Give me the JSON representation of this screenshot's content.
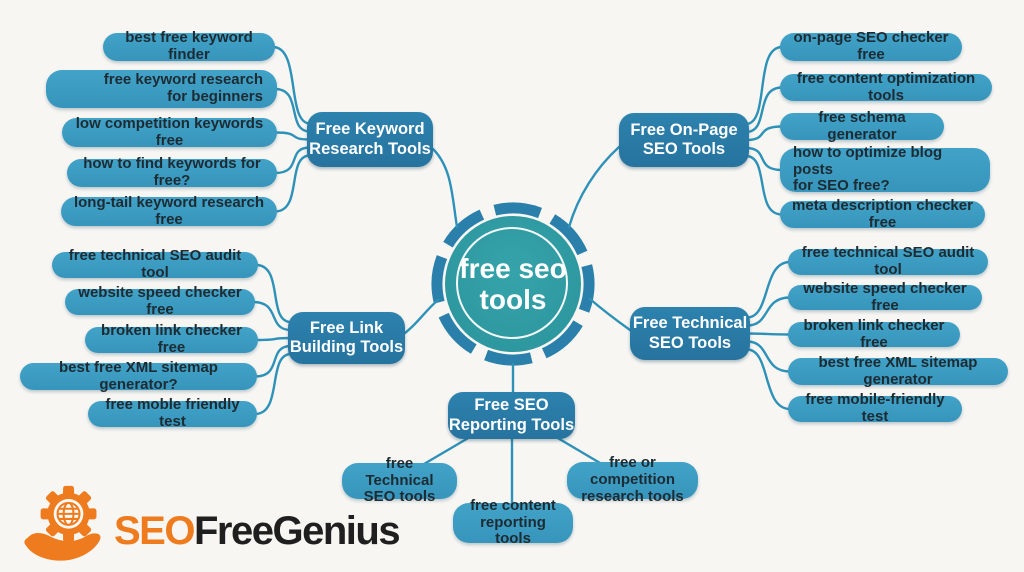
{
  "center": {
    "label": "free seo\ntools"
  },
  "branches": [
    {
      "label": "Free Keyword\nResearch Tools",
      "children": [
        "best free keyword finder",
        "free keyword research\nfor beginners",
        "low competition keywords free",
        "how to find keywords for free?",
        "long-tail keyword research free"
      ]
    },
    {
      "label": "Free On-Page\nSEO Tools",
      "children": [
        "on-page SEO checker free",
        "free content optimization tools",
        "free schema generator",
        "how to optimize blog posts\nfor SEO free?",
        "meta description checker free"
      ]
    },
    {
      "label": "Free Link\nBuilding Tools",
      "children": [
        "free technical SEO audit tool",
        "website speed checker free",
        "broken link checker free",
        "best free XML sitemap generator?",
        "free moble friendly test"
      ]
    },
    {
      "label": "Free Technical\nSEO Tools",
      "children": [
        "free technical SEO audit tool",
        "website speed checker free",
        "broken link checker free",
        "best free XML sitemap generator",
        "free mobile-friendly test"
      ]
    },
    {
      "label": "Free SEO\nReporting Tools",
      "children": [
        "free Technical\nSEO tools",
        "free content\nreporting tools",
        "free or competition\nresearch tools"
      ]
    }
  ],
  "logo": {
    "brand_prefix": "SEO",
    "brand_suffix": "FreeGenius",
    "icon": "hand-gear-globe-icon"
  },
  "colors": {
    "background": "#f7f6f3",
    "leaf_fill": "#3b9dc3",
    "branch_fill": "#2b7ba7",
    "center_fill": "#2f9aa1",
    "ring": "#2a80aa",
    "connector": "#2e91b8",
    "leaf_text": "#1d2b33",
    "branch_text": "#ffffff",
    "logo_orange": "#ee7c1e",
    "logo_dark": "#1f1f1f"
  }
}
